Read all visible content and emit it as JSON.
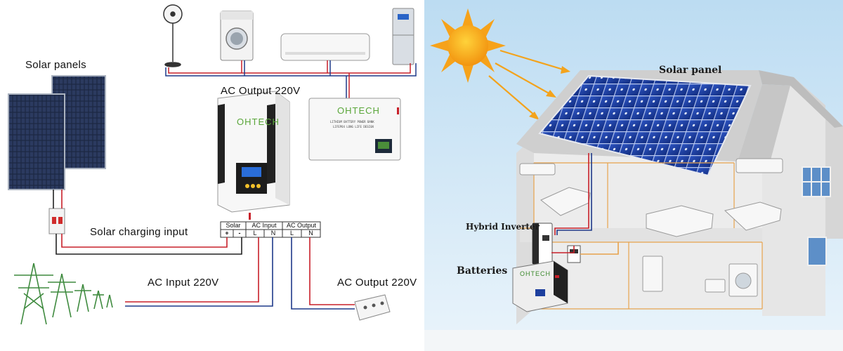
{
  "left_diagram": {
    "labels": {
      "solar_panels": "Solar panels",
      "ac_output_top": "AC Output 220V",
      "solar_charging_input": "Solar charging input",
      "ac_input": "AC Input 220V",
      "ac_output_bottom": "AC Output 220V"
    },
    "terminal_block": {
      "groups": [
        "Solar",
        "AC Input",
        "AC Output"
      ],
      "pins": [
        "+",
        "-",
        "L",
        "N",
        "L",
        "N"
      ]
    },
    "inverter_brand": "OHTECH",
    "battery_brand": "OHTECH",
    "battery_caption_1": "LITHIUM BATTERY POWER BANK",
    "battery_caption_2": "LIFEPO4 LONG LIFE DESIGN"
  },
  "right_diagram": {
    "labels": {
      "solar_panel": "Solar panel",
      "hybrid_inverter": "Hybrid Inverter",
      "batteries": "Batteries"
    },
    "battery_brand": "OHTECH"
  },
  "colors": {
    "wire_red": "#c8202a",
    "wire_blue": "#1f3a8a",
    "wire_dark": "#222222",
    "sky": "#cfe5f5",
    "sun": "#f6a21a",
    "panel_blue": "#1d3f9e",
    "house_wall": "#e9e9e9",
    "room_outline": "#e7a24c",
    "brand_green": "#5aa63a"
  }
}
